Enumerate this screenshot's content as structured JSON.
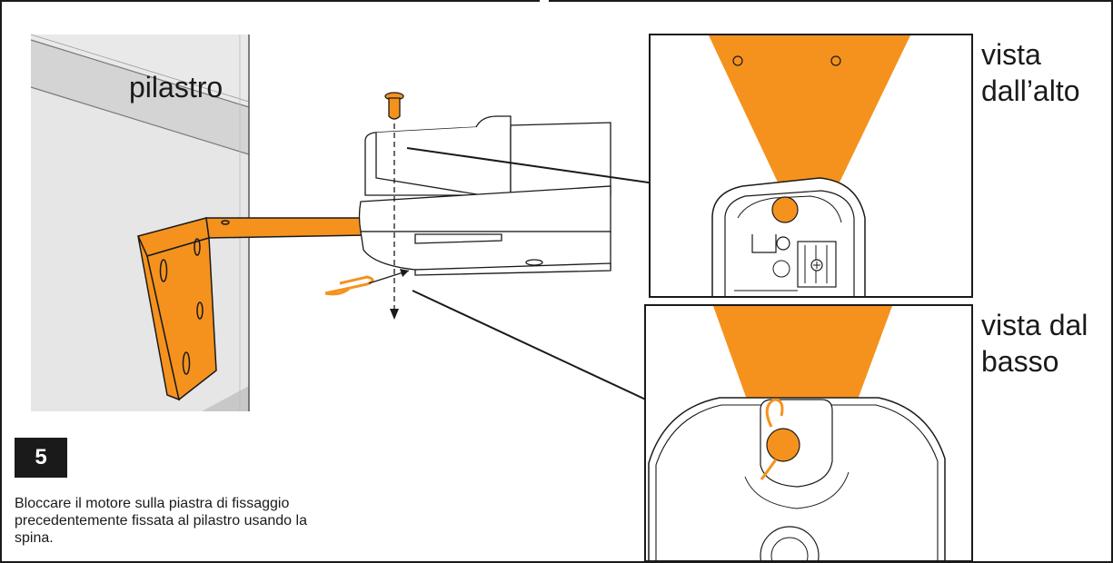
{
  "labels": {
    "pillar": "pilastro",
    "top_view": "vista dall’alto",
    "bottom_view": "vista dal basso"
  },
  "step_number": "5",
  "caption": "Bloccare il motore sulla piastra di fissaggio precedentemente fissata al pilastro usando la spina.",
  "colors": {
    "accent_orange": "#F5921E",
    "wall_gray": "#E6E6E6",
    "wall_band": "#D2D2D2",
    "line": "#1a1a1a"
  }
}
